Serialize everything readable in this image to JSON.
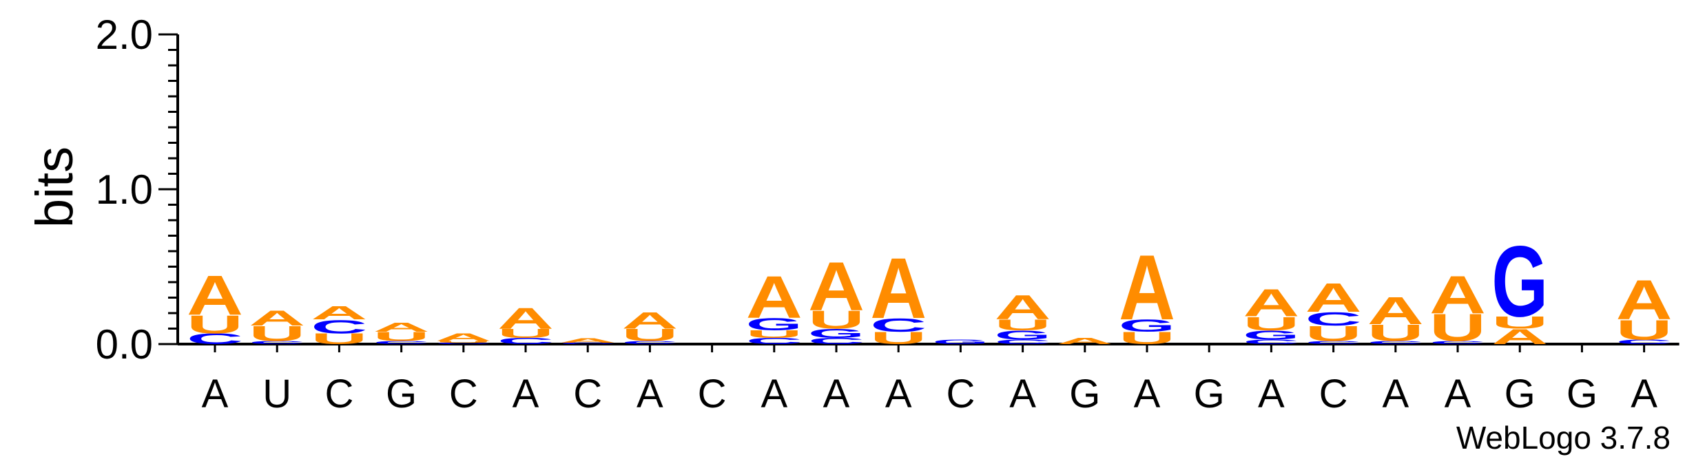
{
  "chart_data": {
    "type": "sequence-logo",
    "ylabel": "bits",
    "ylim": [
      0,
      2.0
    ],
    "yticks": [
      "0.0",
      "1.0",
      "2.0"
    ],
    "xticks": [
      "A",
      "U",
      "C",
      "G",
      "C",
      "A",
      "C",
      "A",
      "C",
      "A",
      "A",
      "A",
      "C",
      "A",
      "G",
      "A",
      "G",
      "A",
      "C",
      "A",
      "A",
      "G",
      "G",
      "A"
    ],
    "colors": {
      "A": "#ff8c00",
      "U": "#ff8c00",
      "C": "#0000ff",
      "G": "#0000ff"
    },
    "positions": [
      [
        [
          "C",
          0.07
        ],
        [
          "U",
          0.12
        ],
        [
          "A",
          0.26
        ]
      ],
      [
        [
          "C",
          0.02
        ],
        [
          "U",
          0.1
        ],
        [
          "A",
          0.1
        ]
      ],
      [
        [
          "U",
          0.07
        ],
        [
          "C",
          0.09
        ],
        [
          "A",
          0.09
        ]
      ],
      [
        [
          "C",
          0.02
        ],
        [
          "U",
          0.06
        ],
        [
          "A",
          0.06
        ]
      ],
      [
        [
          "C",
          0.01
        ],
        [
          "U",
          0.01
        ],
        [
          "A",
          0.05
        ]
      ],
      [
        [
          "C",
          0.04
        ],
        [
          "U",
          0.06
        ],
        [
          "A",
          0.14
        ]
      ],
      [
        [
          "C",
          0.01
        ],
        [
          "A",
          0.03
        ]
      ],
      [
        [
          "C",
          0.02
        ],
        [
          "U",
          0.08
        ],
        [
          "A",
          0.11
        ]
      ],
      [],
      [
        [
          "C",
          0.04
        ],
        [
          "U",
          0.05
        ],
        [
          "G",
          0.08
        ],
        [
          "A",
          0.28
        ]
      ],
      [
        [
          "C",
          0.04
        ],
        [
          "G",
          0.06
        ],
        [
          "U",
          0.12
        ],
        [
          "A",
          0.32
        ]
      ],
      [
        [
          "U",
          0.08
        ],
        [
          "C",
          0.09
        ],
        [
          "A",
          0.4
        ]
      ],
      [
        [
          "G",
          0.03
        ]
      ],
      [
        [
          "C",
          0.03
        ],
        [
          "G",
          0.06
        ],
        [
          "U",
          0.07
        ],
        [
          "A",
          0.16
        ]
      ],
      [
        [
          "A",
          0.04
        ]
      ],
      [
        [
          "U",
          0.08
        ],
        [
          "G",
          0.08
        ],
        [
          "A",
          0.43
        ]
      ],
      [],
      [
        [
          "C",
          0.03
        ],
        [
          "G",
          0.06
        ],
        [
          "U",
          0.09
        ],
        [
          "A",
          0.18
        ]
      ],
      [
        [
          "C",
          0.02
        ],
        [
          "U",
          0.1
        ],
        [
          "C",
          0.09
        ],
        [
          "A",
          0.19
        ]
      ],
      [
        [
          "C",
          0.02
        ],
        [
          "U",
          0.11
        ],
        [
          "A",
          0.18
        ]
      ],
      [
        [
          "C",
          0.02
        ],
        [
          "U",
          0.18
        ],
        [
          "A",
          0.25
        ]
      ],
      [
        [
          "A",
          0.1
        ],
        [
          "U",
          0.08
        ],
        [
          "G",
          0.47
        ]
      ],
      [],
      [
        [
          "C",
          0.03
        ],
        [
          "U",
          0.13
        ],
        [
          "A",
          0.26
        ]
      ]
    ]
  },
  "credit": "WebLogo 3.7.8"
}
